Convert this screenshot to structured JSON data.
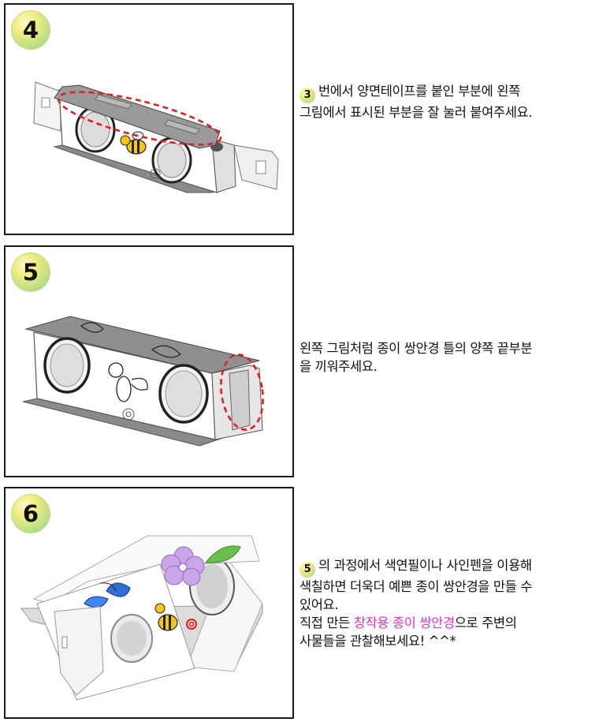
{
  "steps": [
    {
      "number": "4",
      "ref_number": "3",
      "lines": [
        "번에서 양면테이프를 붙인 부분에 왼쪽",
        "그림에서 표시된 부분을 잘 눌러 붙여주세요."
      ]
    },
    {
      "number": "5",
      "lines": [
        "왼쪽 그림처럼 종이 쌍안경 틀의 양쪽 끝부분",
        "을 끼워주세요."
      ]
    },
    {
      "number": "6",
      "ref_number": "5",
      "line1": "의 과정에서 색연필이나 사인펜을 이용해",
      "line2": "색칠하면 더욱더 예쁜 종이 쌍안경을 만들 수",
      "line3": "있어요.",
      "line4_prefix": "직접 만든 ",
      "line4_highlight": "창작용 종이 쌍안경",
      "line4_suffix": "으로 주변의",
      "line5": "사물들을 관찰해보세요! ^^*"
    }
  ],
  "colors": {
    "highlight": "#e331c8",
    "dashed_marker": "#e02020",
    "border": "#1a1a1a"
  }
}
